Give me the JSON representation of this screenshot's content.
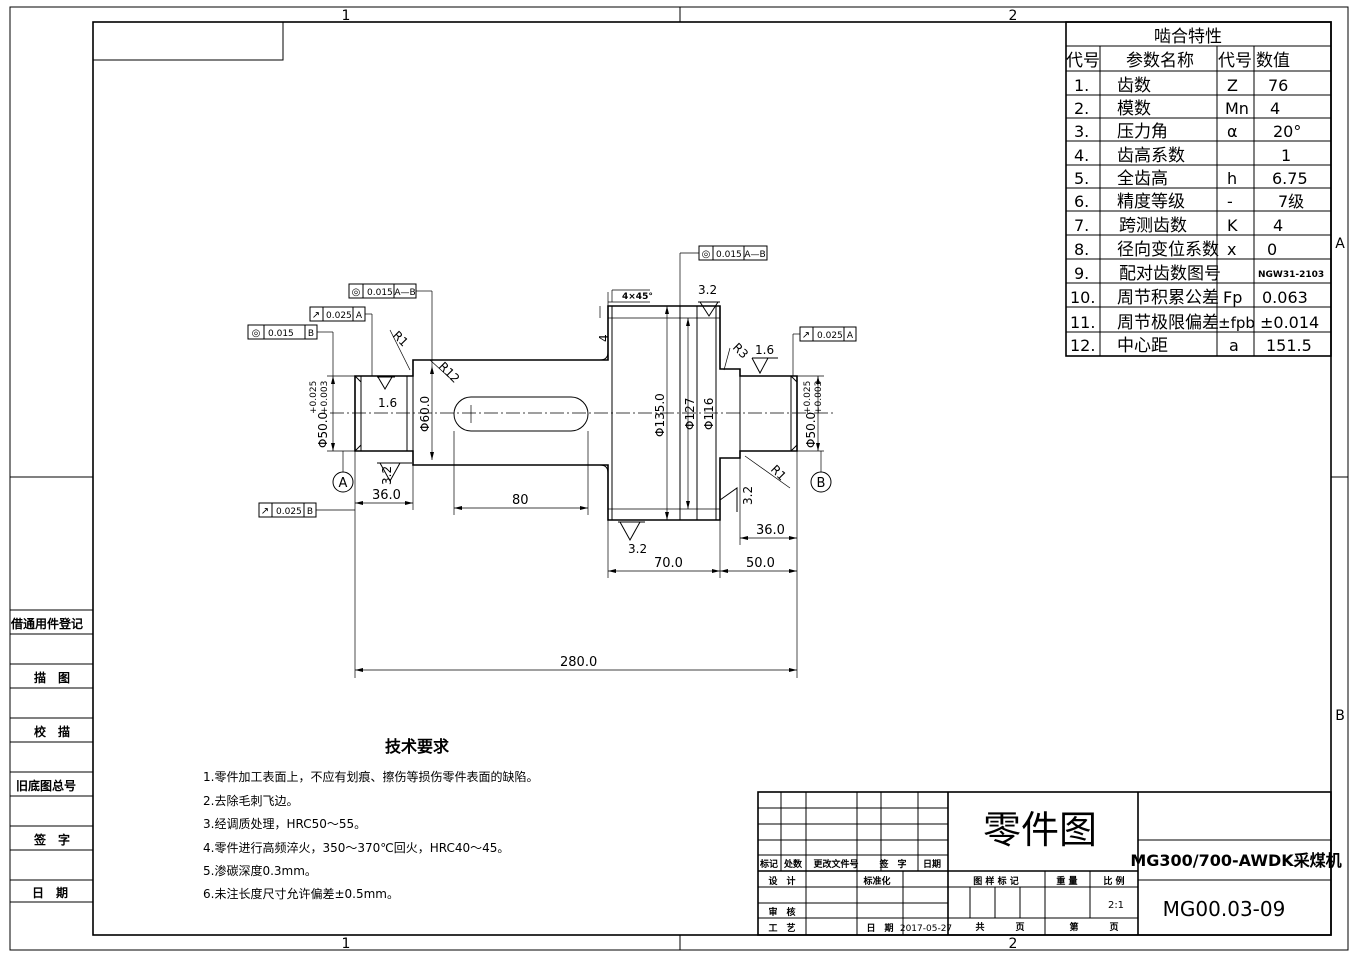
{
  "border": {
    "zone_cols": [
      "1",
      "2"
    ],
    "zone_rows": [
      "A",
      "B"
    ]
  },
  "left_strip": [
    "借通用件登记",
    "描　图",
    "校　描",
    "旧底图总号",
    "签　字",
    "日　期"
  ],
  "mesh_table": {
    "title": "啮合特性",
    "headers": [
      "代号",
      "参数名称",
      "代号",
      "数值"
    ],
    "rows": [
      [
        "1.",
        "齿数",
        "Z",
        "76"
      ],
      [
        "2.",
        "模数",
        "Mn",
        "4"
      ],
      [
        "3.",
        "压力角",
        "α",
        "20°"
      ],
      [
        "4.",
        "齿高系数",
        "",
        "1"
      ],
      [
        "5.",
        "全齿高",
        "h",
        "6.75"
      ],
      [
        "6.",
        "精度等级",
        "-",
        "7级"
      ],
      [
        "7.",
        "跨测齿数",
        "K",
        "4"
      ],
      [
        "8.",
        "径向变位系数",
        "x",
        "0"
      ],
      [
        "9.",
        "配对齿数图号",
        "",
        "NGW31-2103"
      ],
      [
        "10.",
        "周节积累公差",
        "Fp",
        "0.063"
      ],
      [
        "11.",
        "周节极限偏差",
        "±fpb",
        "±0.014"
      ],
      [
        "12.",
        "中心距",
        "a",
        "151.5"
      ]
    ]
  },
  "dimensions": {
    "d50_left": "Φ50.0",
    "d50_left_tol_upper": "+0.025",
    "d50_left_tol_lower": "+0.003",
    "d60": "Φ60.0",
    "d135": "Φ135.0",
    "d127": "Φ127",
    "d116": "Φ116",
    "d50_right": "Φ50.0",
    "d50_right_tol_upper": "+0.025",
    "d50_right_tol_lower": "+0.003",
    "len_36_left": "36.0",
    "len_80": "80",
    "len_70": "70.0",
    "len_50": "50.0",
    "len_36_right": "36.0",
    "len_280": "280.0",
    "chamfer": "4×45°",
    "chamfer_len": "4",
    "r1_a": "R1",
    "r12": "R12",
    "r3": "R3",
    "r1_b": "R1"
  },
  "roughness": {
    "r1": "1.6",
    "r2": "3.2",
    "r3": "3.2",
    "r4": "1.6",
    "r5": "3.2",
    "r6": "3.2"
  },
  "datums": {
    "a": "A",
    "b": "B"
  },
  "tolerance_frames": {
    "f1": {
      "symbol": "◎",
      "value": "0.015",
      "datum": "B"
    },
    "f2": {
      "symbol": "↗",
      "value": "0.025",
      "datum": "A"
    },
    "f3": {
      "symbol": "◎",
      "value": "0.015",
      "datum": "A—B"
    },
    "f4": {
      "symbol": "◎",
      "value": "0.015",
      "datum": "A—B"
    },
    "f5": {
      "symbol": "↗",
      "value": "0.025",
      "datum": "A"
    },
    "f6": {
      "symbol": "↗",
      "value": "0.025",
      "datum": "B"
    }
  },
  "tech_requirements": {
    "title": "技术要求",
    "items": [
      "1.零件加工表面上，不应有划痕、擦伤等损伤零件表面的缺陷。",
      "2.去除毛刺飞边。",
      "3.经调质处理，HRC50～55。",
      "4.零件进行高频淬火，350～370℃回火，HRC40～45。",
      "5.渗碳深度0.3mm。",
      "6.未注长度尺寸允许偏差±0.5mm。"
    ]
  },
  "title_block": {
    "drawing_title": "零件图",
    "machine": "MG300/700-AWDK采煤机",
    "drawing_no": "MG00.03-09",
    "rev_headers": [
      "标记",
      "处数",
      "更改文件号",
      "签　字",
      "日期"
    ],
    "design": "设　计",
    "standardize": "标准化",
    "review": "审　核",
    "process": "工　艺",
    "date_label": "日　期",
    "date": "2017-05-27",
    "stage_mark": "图 样 标 记",
    "weight": "重 量",
    "scale_label": "比 例",
    "scale": "2:1",
    "total": "共",
    "sheet_unit1": "页",
    "sheet": "第",
    "sheet_unit2": "页"
  }
}
